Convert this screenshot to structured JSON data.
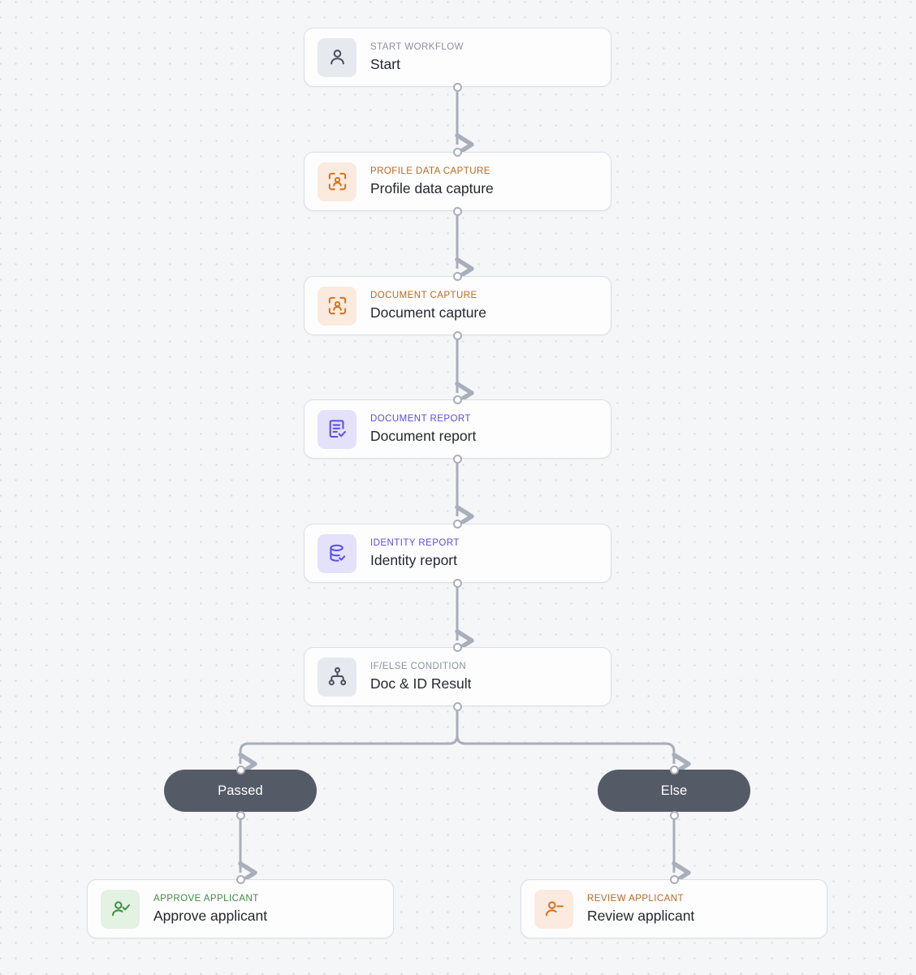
{
  "canvas": {
    "background_color": "#f4f6f8",
    "dot_color": "#d4d9e0",
    "connector_color": "#a8aeba"
  },
  "nodes": [
    {
      "id": "start",
      "kicker": "START WORKFLOW",
      "title": "Start",
      "icon": "person-icon",
      "tile_color": "#e6e9ee",
      "accent_color": "#8b919e"
    },
    {
      "id": "profile-data-capture",
      "kicker": "PROFILE DATA CAPTURE",
      "title": "Profile data capture",
      "icon": "face-scan-icon",
      "tile_color": "#fbeade",
      "accent_color": "#c0661c"
    },
    {
      "id": "document-capture",
      "kicker": "DOCUMENT CAPTURE",
      "title": "Document capture",
      "icon": "face-scan-icon",
      "tile_color": "#fbeade",
      "accent_color": "#c0661c"
    },
    {
      "id": "document-report",
      "kicker": "DOCUMENT REPORT",
      "title": "Document report",
      "icon": "document-check-icon",
      "tile_color": "#e4e1fa",
      "accent_color": "#5b4de0"
    },
    {
      "id": "identity-report",
      "kicker": "IDENTITY REPORT",
      "title": "Identity report",
      "icon": "database-check-icon",
      "tile_color": "#e4e1fa",
      "accent_color": "#5b4de0"
    },
    {
      "id": "doc-id-result",
      "kicker": "IF/ELSE CONDITION",
      "title": "Doc & ID Result",
      "icon": "branch-hierarchy-icon",
      "tile_color": "#e6e9ee",
      "accent_color": "#8b919e"
    },
    {
      "id": "approve-applicant",
      "kicker": "APPROVE APPLICANT",
      "title": "Approve applicant",
      "icon": "person-check-icon",
      "tile_color": "#e3f2e3",
      "accent_color": "#3d8b42"
    },
    {
      "id": "review-applicant",
      "kicker": "REVIEW APPLICANT",
      "title": "Review applicant",
      "icon": "person-minus-icon",
      "tile_color": "#fbeade",
      "accent_color": "#c0661c"
    }
  ],
  "branches": [
    {
      "id": "passed",
      "label": "Passed"
    },
    {
      "id": "else",
      "label": "Else"
    }
  ]
}
